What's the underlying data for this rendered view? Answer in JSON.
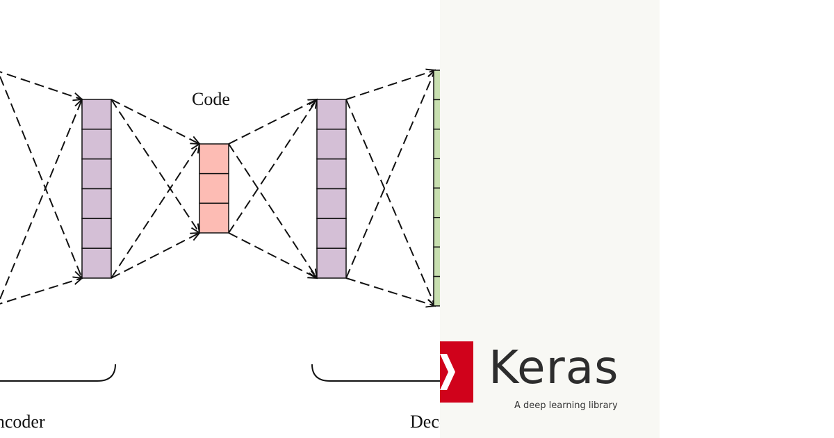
{
  "diagram": {
    "code_label": "Code",
    "encoder_label": "Encoder",
    "decoder_label": "Decoder"
  },
  "layers": [
    {
      "name": "encoder-hidden",
      "units": 6,
      "color": "#d4bfd6"
    },
    {
      "name": "code",
      "units": 3,
      "color": "#fdbcb4"
    },
    {
      "name": "decoder-hidden",
      "units": 6,
      "color": "#d4bfd6"
    },
    {
      "name": "output",
      "units": 8,
      "color": "#c8dfb0"
    }
  ],
  "keras": {
    "wordmark": "Keras",
    "tagline": "A deep learning library",
    "brand_color": "#d0021b",
    "logo_icon": "keras-k-logo-icon"
  }
}
